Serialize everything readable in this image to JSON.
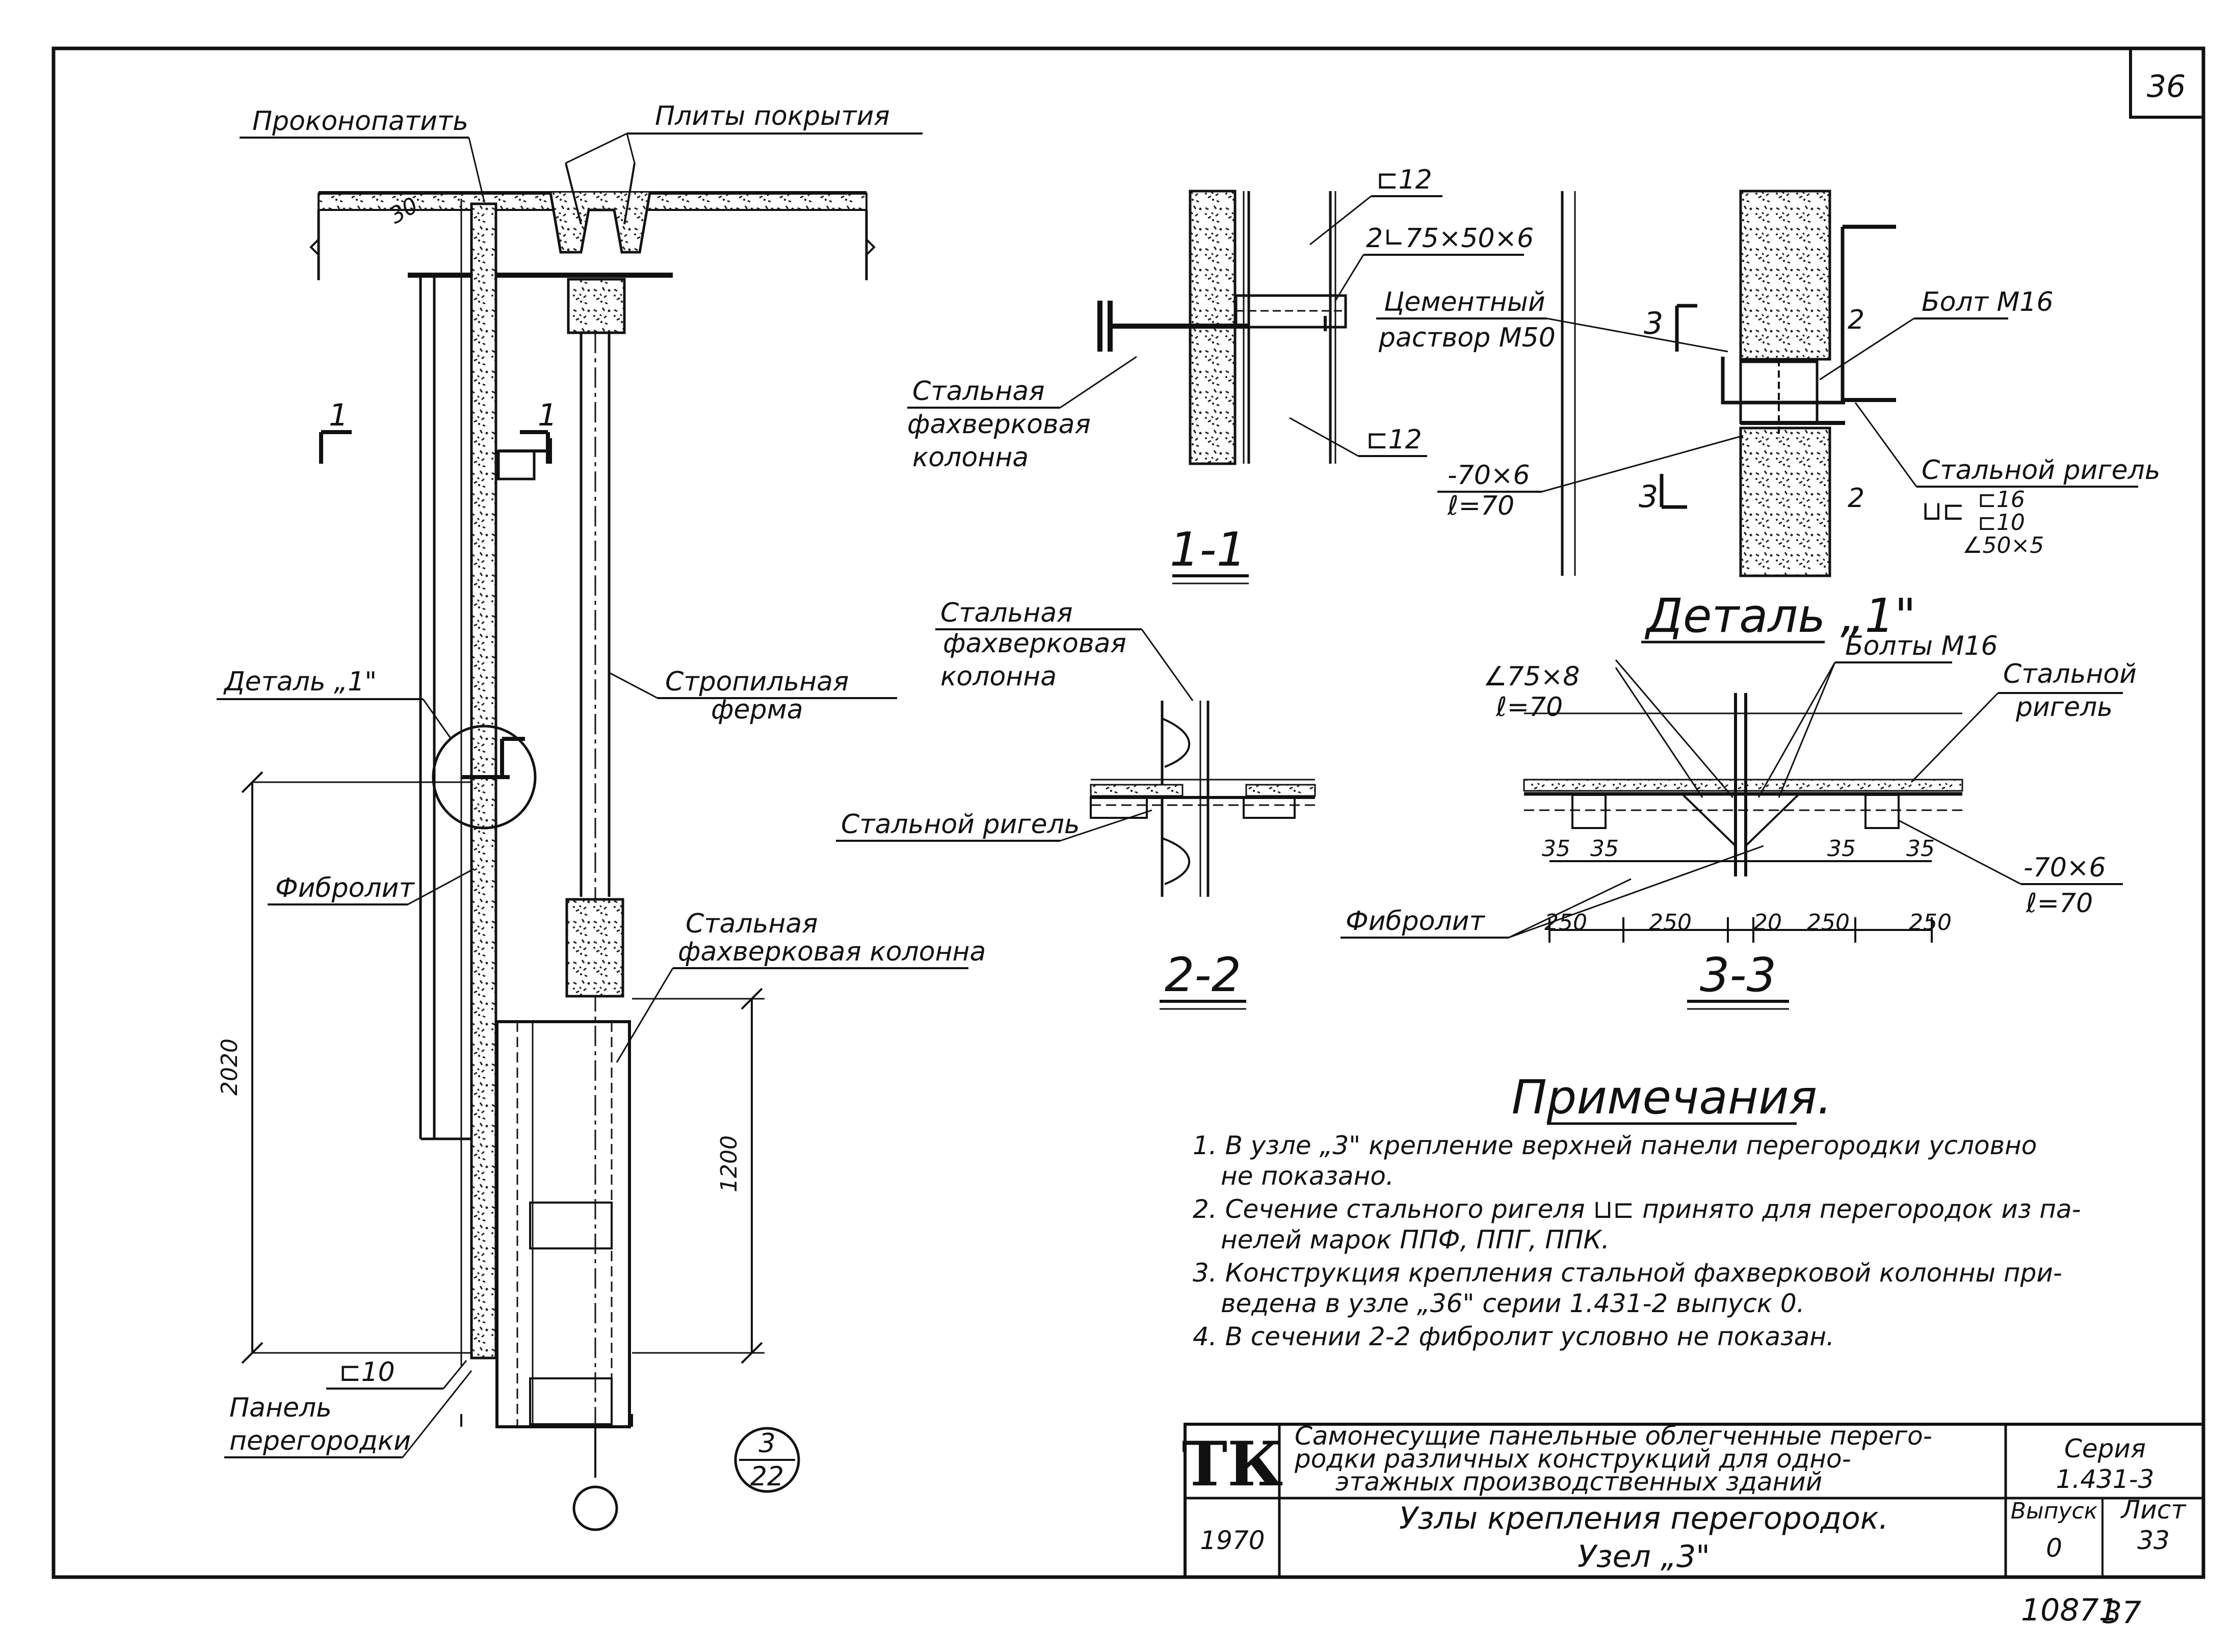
{
  "sheet": {
    "number": "36",
    "archive_number": "10871",
    "archive_page": "37"
  },
  "marks": {
    "cut_1": "1"
  },
  "dims": {
    "main_height": "2020",
    "lower_column": "1200"
  },
  "main": {
    "label_caulk": "Проконопатить",
    "label_roof_slabs": "Плиты покрытия",
    "label_detail_1": "Деталь „1\"",
    "label_truss_1": "Стропильная",
    "label_truss_2": "ферма",
    "label_fibrolite": "Фибролит",
    "label_column_1": "Стальная",
    "label_column_2": "фахверковая колонна",
    "label_c10": "⊏10",
    "label_panel_1": "Панель",
    "label_panel_2": "перегородки",
    "ref_top": "3",
    "ref_bottom": "22"
  },
  "section_1_1": {
    "title": "1-1",
    "c12_top": "⊏12",
    "angles": "2∟75×50×6",
    "column_1": "Стальная",
    "column_2": "фахверковая",
    "column_3": "колонна",
    "c12_bottom": "⊏12"
  },
  "detail_1": {
    "cut_3": "3",
    "cut_2": "2",
    "mortar_1": "Цементный",
    "mortar_2": "раствор М50",
    "bolt": "Болт М16",
    "plate": "-70×6",
    "plate_len": "ℓ=70",
    "rigel": "Стальной ригель",
    "rigel_symbol": "⊔⊏",
    "c16": "⊏16",
    "c10": "⊏10",
    "angle": "∠50×5"
  },
  "section_2_2": {
    "title": "2-2",
    "column_1": "Стальная",
    "column_2": "фахверковая",
    "column_3": "колонна",
    "rigel": "Стальной ригель"
  },
  "section_3_3": {
    "detail_title": "Деталь „1\"",
    "title": "3-3",
    "angle": "∠75×8",
    "angle_len": "ℓ=70",
    "bolts": "Болты М16",
    "rigel_1": "Стальной",
    "rigel_2": "ригель",
    "fibrolite": "Фибролит",
    "plate": "-70×6",
    "plate_len": "ℓ=70",
    "d35": "35",
    "d250": "250",
    "d20": "20"
  },
  "notes": {
    "title": "Примечания.",
    "lines": [
      "1. В узле „3\" крепление верхней панели перегородки условно",
      "не показано.",
      "2. Сечение стального ригеля ⊔⊏ принято для перегородок из па-",
      "нелей марок ППФ, ППГ, ППК.",
      "3. Конструкция крепления стальной фахверковой колонны при-",
      "ведена в узле „36\" серии 1.431-2 выпуск 0.",
      "4. В сечении 2-2 фибролит условно не показан."
    ]
  },
  "title_block": {
    "logo": "ТК",
    "year": "1970",
    "title_lines": [
      "Самонесущие панельные облегченные перего-",
      "родки различных конструкций для одно-",
      "этажных производственных зданий"
    ],
    "subtitle_lines": [
      "Узлы крепления перегородок.",
      "Узел „3\""
    ],
    "series_label": "Серия",
    "series_value": "1.431-3",
    "issue_label": "Выпуск",
    "issue_value": "0",
    "sheet_label": "Лист",
    "sheet_value": "33"
  }
}
